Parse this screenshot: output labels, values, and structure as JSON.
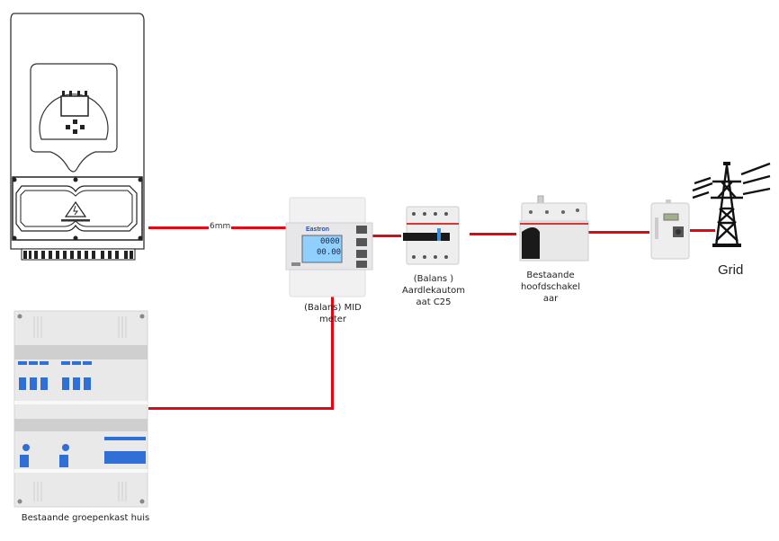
{
  "diagram": {
    "colors": {
      "wire": "#e30613",
      "device_body": "#eeeeee",
      "breaker_blue": "#2f6fd6",
      "lcd": "#8fd0ff",
      "outline": "#333333"
    },
    "components": {
      "inverter": {
        "icon": "inverter-icon",
        "warning_text": "Warning electric shock"
      },
      "mid_meter": {
        "icon": "energy-meter-icon",
        "brand": "Eastron",
        "reading_top": "0000",
        "reading_bottom": "00.00",
        "label_line1": "(Balans) MID",
        "label_line2": "meter"
      },
      "rcbo": {
        "icon": "rcbo-breaker-icon",
        "label_line1": "(Balans )",
        "label_line2": "Aardlekautom",
        "label_line3": "aat C25"
      },
      "main_switch": {
        "icon": "main-switch-icon",
        "label_line1": "Bestaande",
        "label_line2": "hoofdschakel",
        "label_line3": "aar"
      },
      "utility_meter": {
        "icon": "utility-meter-icon"
      },
      "grid": {
        "icon": "transmission-tower-icon",
        "label": "Grid"
      },
      "distribution_board": {
        "icon": "distribution-board-icon",
        "label": "Bestaande groepenkast huis"
      }
    },
    "wires": [
      {
        "from": "inverter",
        "to": "mid_meter",
        "label": "6mm"
      },
      {
        "from": "mid_meter",
        "to": "rcbo",
        "label": ""
      },
      {
        "from": "rcbo",
        "to": "main_switch",
        "label": ""
      },
      {
        "from": "main_switch",
        "to": "utility_meter",
        "label": ""
      },
      {
        "from": "utility_meter",
        "to": "grid",
        "label": ""
      },
      {
        "from": "mid_meter",
        "to": "distribution_board",
        "label": ""
      }
    ]
  }
}
